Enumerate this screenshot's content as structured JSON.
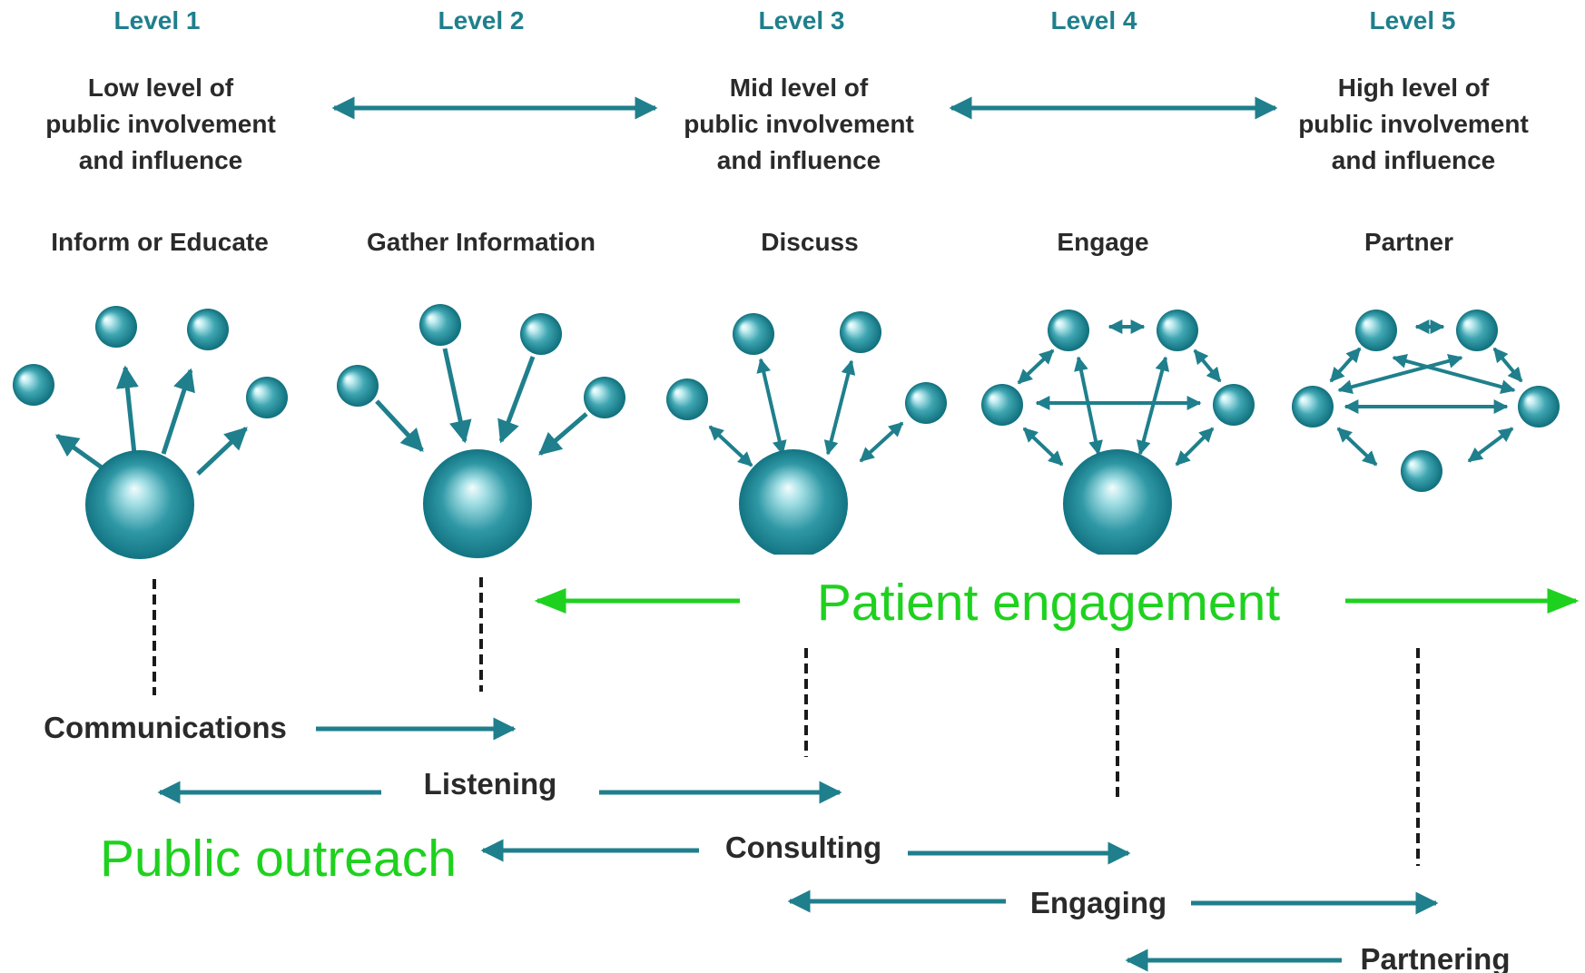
{
  "levels": [
    {
      "label": "Level 1",
      "description": [
        "Low level of",
        "public involvement",
        "and influence"
      ],
      "activity": "Inform or Educate"
    },
    {
      "label": "Level 2",
      "description": [],
      "activity": "Gather Information"
    },
    {
      "label": "Level 3",
      "description": [
        "Mid level of",
        "public involvement",
        "and influence"
      ],
      "activity": "Discuss"
    },
    {
      "label": "Level 4",
      "description": [],
      "activity": "Engage"
    },
    {
      "label": "Level 5",
      "description": [
        "High level of",
        "public involvement",
        "and influence"
      ],
      "activity": "Partner"
    }
  ],
  "spectrum": {
    "communications": "Communications",
    "listening": "Listening",
    "consulting": "Consulting",
    "engaging": "Engaging",
    "partnering": "Partnering"
  },
  "overlay": {
    "patient_engagement": "Patient engagement",
    "public_outreach": "Public outreach"
  },
  "colors": {
    "teal": "#1f7f8c",
    "sphere_light": "#e8fbfc",
    "sphere_dark": "#137482",
    "green": "#1fd11f",
    "text": "#2a2a2a"
  }
}
